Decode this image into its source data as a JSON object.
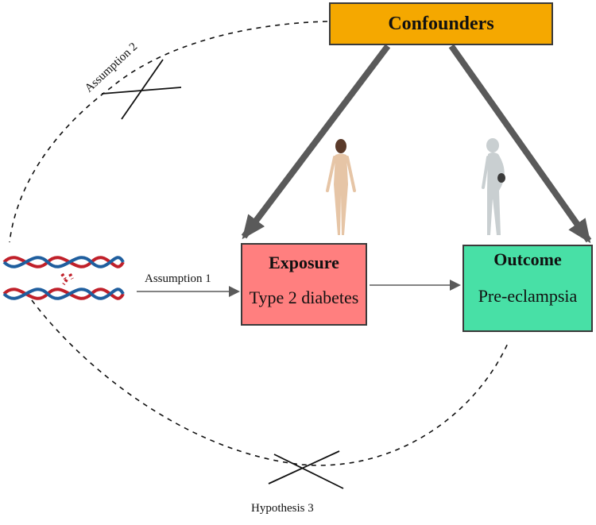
{
  "nodes": {
    "confounders": {
      "title": "Confounders"
    },
    "exposure": {
      "title": "Exposure",
      "subtitle": "Type 2 diabetes"
    },
    "outcome": {
      "title": "Outcome",
      "subtitle": "Pre-eclampsia"
    }
  },
  "labels": {
    "assumption1": "Assumption 1",
    "assumption2": "Assumption 2",
    "hypothesis3": "Hypothesis 3"
  },
  "icons": {
    "genetic_variant": "dna-double-helix-icon",
    "female_figure": "woman-figure-icon",
    "pregnant_figure": "pregnant-woman-figure-icon"
  },
  "colors": {
    "confounders_fill": "#f5a800",
    "exposure_fill": "#ff7f7f",
    "outcome_fill": "#48e0a6",
    "arrow": "#5a5a5a",
    "dna_red": "#c0202a",
    "dna_blue": "#1f5e9e"
  }
}
